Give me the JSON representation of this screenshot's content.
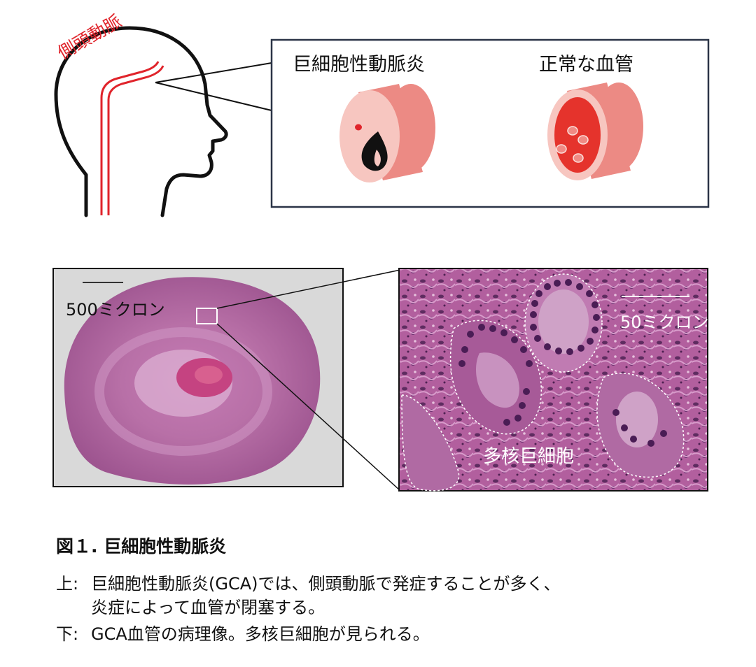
{
  "diagram": {
    "head_vessel_label": "側頭動脈",
    "panel_left_title": "巨細胞性動脈炎",
    "panel_right_title": "正常な血管"
  },
  "histology": {
    "left_scale_label": "500ミクロン",
    "right_scale_label": "50ミクロン",
    "cells_label": "多核巨細胞"
  },
  "caption": {
    "title": "図１. 巨細胞性動脈炎",
    "line1_prefix": "上:",
    "line1_text": "巨細胞性動脈炎(GCA)では、側頭動脈で発症することが多く、",
    "line1_cont": "炎症によって血管が閉塞する。",
    "line2_prefix": "下:",
    "line2_text": "GCA血管の病理像。多核巨細胞が見られる。"
  },
  "colors": {
    "artery_red": "#e0242b",
    "vessel_pink": "#ec8a84",
    "vessel_light": "#f7c6c0",
    "he_stain": "#b86fa6"
  }
}
